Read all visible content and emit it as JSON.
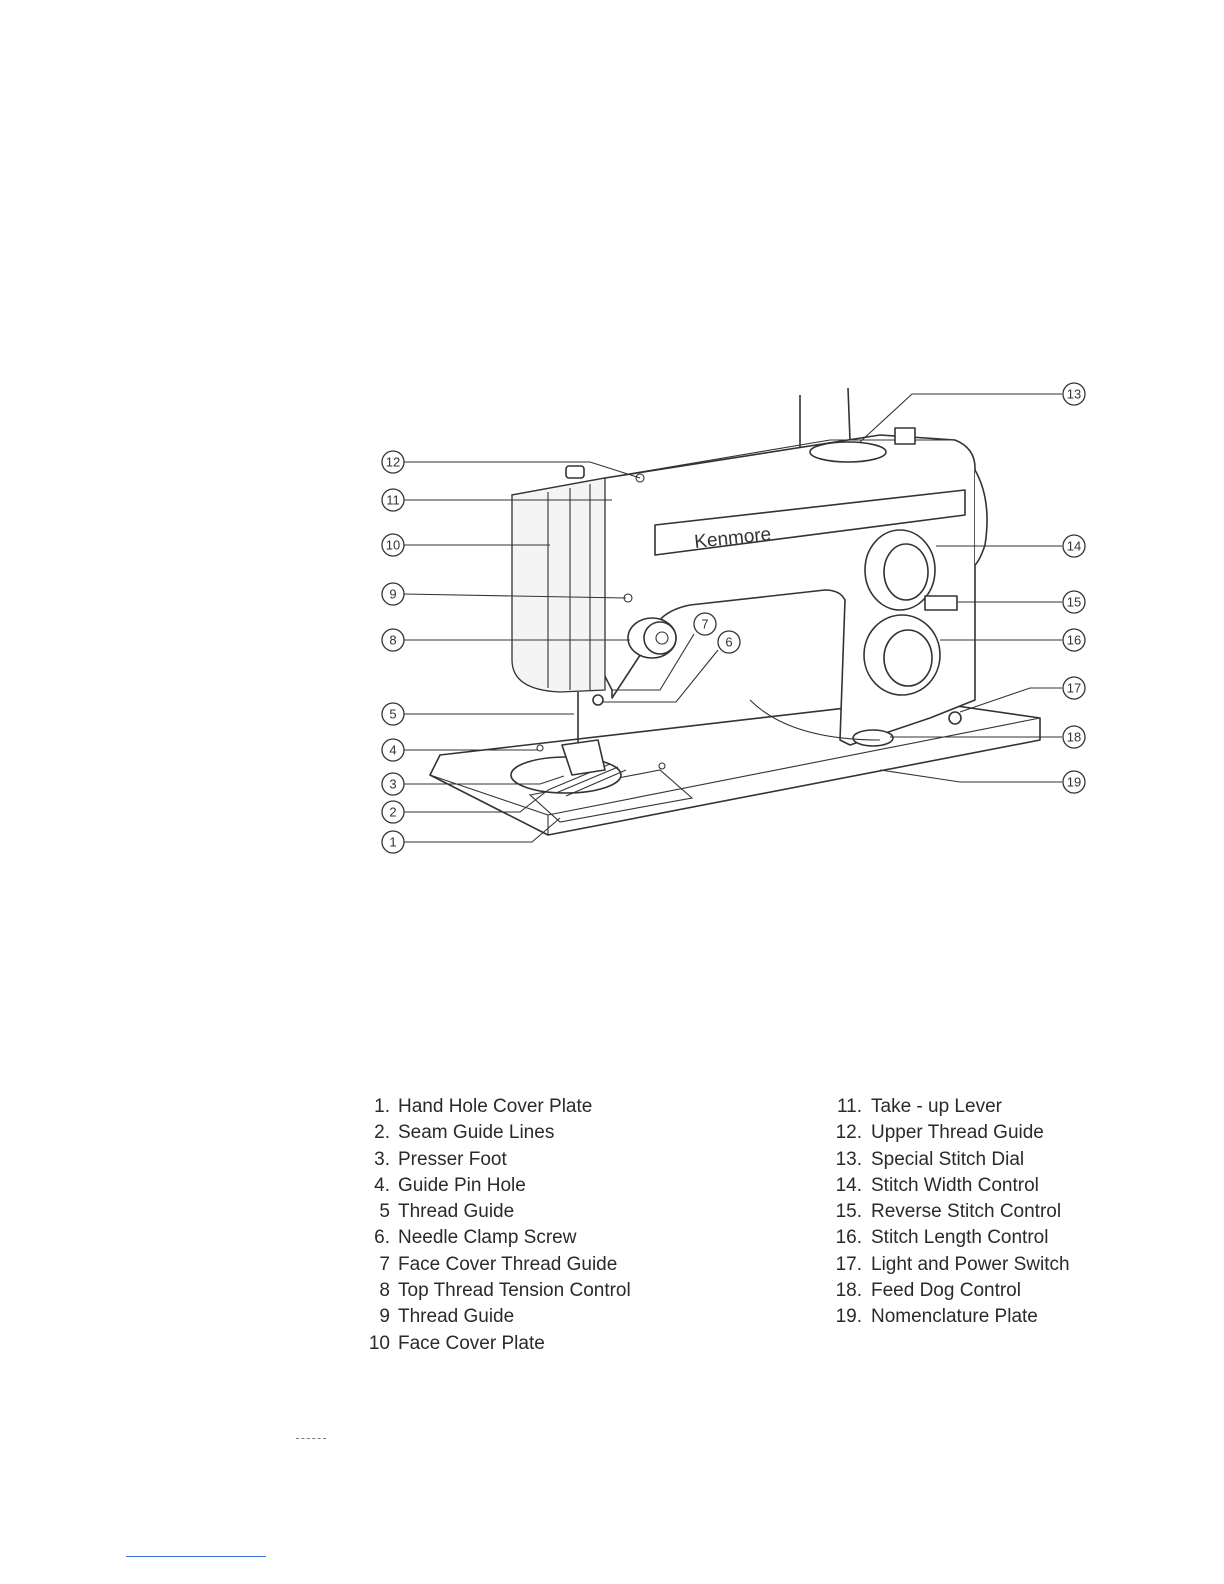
{
  "figure": {
    "brand": "Kenmore",
    "callouts": [
      "1",
      "2",
      "3",
      "4",
      "5",
      "6",
      "7",
      "8",
      "9",
      "10",
      "11",
      "12",
      "13",
      "14",
      "15",
      "16",
      "17",
      "18",
      "19"
    ]
  },
  "legend": {
    "left": [
      {
        "num": "1.",
        "label": "Hand Hole Cover Plate"
      },
      {
        "num": "2.",
        "label": "Seam Guide Lines"
      },
      {
        "num": "3.",
        "label": "Presser Foot"
      },
      {
        "num": "4.",
        "label": "Guide Pin Hole"
      },
      {
        "num": "5",
        "label": "Thread Guide"
      },
      {
        "num": "6.",
        "label": "Needle Clamp Screw"
      },
      {
        "num": "7",
        "label": "Face Cover Thread Guide"
      },
      {
        "num": "8",
        "label": "Top Thread Tension Control"
      },
      {
        "num": "9",
        "label": "Thread Guide"
      },
      {
        "num": "10",
        "label": "Face Cover Plate"
      }
    ],
    "right": [
      {
        "num": "11.",
        "label": "Take - up Lever"
      },
      {
        "num": "12.",
        "label": "Upper Thread Guide"
      },
      {
        "num": "13.",
        "label": "Special Stitch Dial"
      },
      {
        "num": "14.",
        "label": "Stitch Width Control"
      },
      {
        "num": "15.",
        "label": "Reverse Stitch Control"
      },
      {
        "num": "16.",
        "label": "Stitch Length Control"
      },
      {
        "num": "17.",
        "label": "Light and Power Switch"
      },
      {
        "num": "18.",
        "label": "Feed Dog Control"
      },
      {
        "num": "19.",
        "label": "Nomenclature Plate"
      }
    ]
  }
}
